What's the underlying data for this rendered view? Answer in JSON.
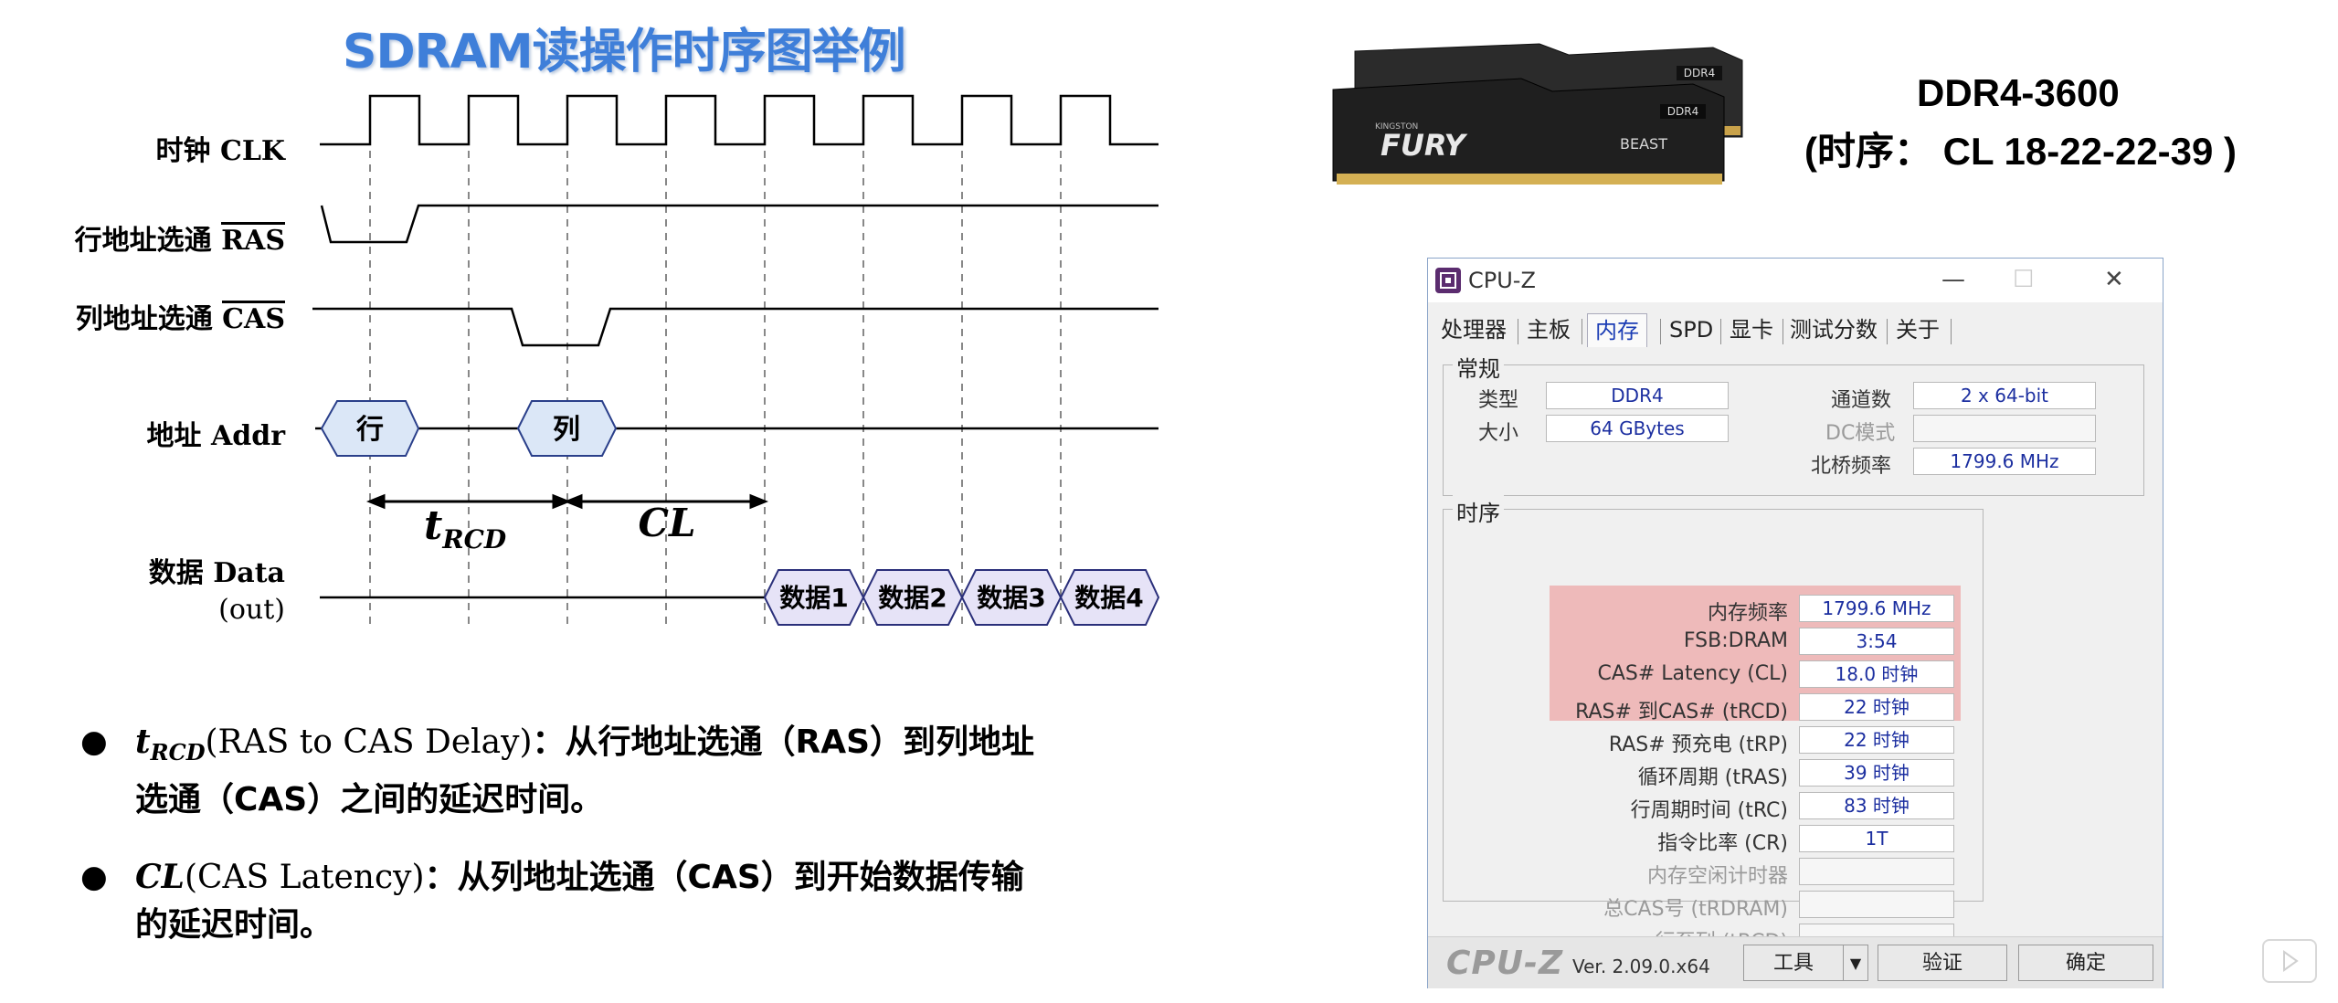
{
  "slide": {
    "title": "SDRAM读操作时序图举例"
  },
  "timing_diagram": {
    "signals": {
      "clk": "时钟 CLK",
      "ras_prefix": "行地址选通 ",
      "ras": "RAS",
      "cas_prefix": "列地址选通 ",
      "cas": "CAS",
      "addr": "地址 Addr",
      "data_line1": "数据 Data",
      "data_line2": "(out)"
    },
    "addr_blocks": [
      "行",
      "列"
    ],
    "intervals": {
      "trcd_main": "t",
      "trcd_sub": "RCD",
      "cl": "CL"
    },
    "data_blocks": [
      "数据1",
      "数据2",
      "数据3",
      "数据4"
    ]
  },
  "notes": {
    "n1_math_main": "t",
    "n1_math_sub": "RCD",
    "n1_paren": "(RAS to CAS Delay)",
    "n1_text_a": "：从行地址选通（RAS）到列地址",
    "n1_text_b": "选通（CAS）之间的延迟时间。",
    "n2_math": "CL",
    "n2_paren": "(CAS Latency)",
    "n2_text_a": "：从列地址选通（CAS）到开始数据传输",
    "n2_text_b": "的延迟时间。"
  },
  "ddr_module": {
    "model": "DDR4-3600",
    "timing": "(时序： CL 18-22-22-39 )",
    "sticker": "DDR4",
    "brand_left": "FURY",
    "brand_right": "BEAST",
    "maker": "KINGSTON"
  },
  "cpuz": {
    "title": "CPU-Z",
    "window_buttons": [
      "—",
      "☐",
      "✕"
    ],
    "tabs": [
      "处理器",
      "主板",
      "内存",
      "SPD",
      "显卡",
      "测试分数",
      "关于"
    ],
    "active_tab": "内存",
    "general": {
      "title": "常规",
      "type_label": "类型",
      "type_value": "DDR4",
      "size_label": "大小",
      "size_value": "64 GBytes",
      "channels_label": "通道数",
      "channels_value": "2 x 64-bit",
      "dc_label": "DC模式",
      "dc_value": "",
      "nb_label": "北桥频率",
      "nb_value": "1799.6 MHz"
    },
    "timings": {
      "title": "时序",
      "rows": [
        {
          "label": "内存频率",
          "value": "1799.6 MHz",
          "dim": false
        },
        {
          "label": "FSB:DRAM",
          "value": "3:54",
          "dim": false
        },
        {
          "label": "CAS# Latency (CL)",
          "value": "18.0 时钟",
          "dim": false
        },
        {
          "label": "RAS# 到CAS# (tRCD)",
          "value": "22 时钟",
          "dim": false
        },
        {
          "label": "RAS# 预充电 (tRP)",
          "value": "22 时钟",
          "dim": false
        },
        {
          "label": "循环周期 (tRAS)",
          "value": "39 时钟",
          "dim": false
        },
        {
          "label": "行周期时间 (tRC)",
          "value": "83 时钟",
          "dim": false
        },
        {
          "label": "指令比率 (CR)",
          "value": "1T",
          "dim": false
        },
        {
          "label": "内存空闲计时器",
          "value": "",
          "dim": true
        },
        {
          "label": "总CAS号 (tRDRAM)",
          "value": "",
          "dim": true
        },
        {
          "label": "行至列 (tRCD)",
          "value": "",
          "dim": true
        }
      ],
      "highlight_color": "#eb7878"
    },
    "footer": {
      "logo": "CPU-Z",
      "version": "Ver. 2.09.0.x64",
      "tools_button": "工具",
      "dropdown_arrow": "▼",
      "validate_button": "验证",
      "ok_button": "确定"
    }
  },
  "colors": {
    "title_blue": "#3f7fd9",
    "addr_block_fill": "#dbe7f7",
    "data_block_fill": "#e6e3f7",
    "cpuz_value_blue": "#1c2fa0"
  }
}
